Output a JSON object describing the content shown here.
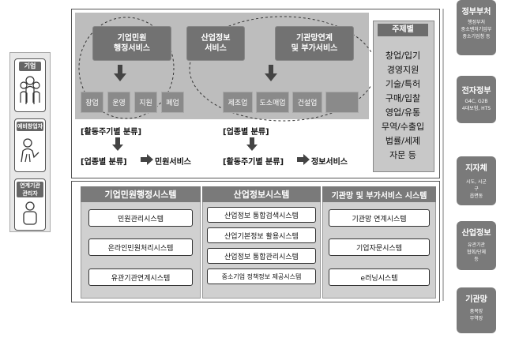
{
  "users": [
    {
      "label": "기업",
      "icon": "company-people-icon"
    },
    {
      "label": "예비창업자",
      "icon": "person-idea-icon"
    },
    {
      "label": "연계기관 관리자",
      "icon": "admin-person-icon"
    }
  ],
  "services": {
    "biz_civil": "기업민원\n행정서비스",
    "industry_info": "산업정보\n서비스",
    "inter_agency": "기관망연계\n및 부가서비스"
  },
  "stages": [
    "창업",
    "운영",
    "지원",
    "폐업"
  ],
  "industries": [
    "제조업",
    "도소매업",
    "건설업",
    ""
  ],
  "flow_left": {
    "activity": "[활동주기별 분류]",
    "industry": "[업종별 분류]",
    "result": "민원서비스"
  },
  "flow_right": {
    "industry": "[업종별 분류]",
    "activity": "[활동주기별 분류]",
    "result": "정보서비스"
  },
  "topics": {
    "title": "주제별",
    "items": [
      "창업/입기",
      "경영지원",
      "기술/특허",
      "구매/입찰",
      "영업/유통",
      "무역/수출입",
      "법률/세제",
      "자문 등"
    ]
  },
  "systems": [
    {
      "title": "기업민원행정시스템",
      "items": [
        "민원관리시스템",
        "온라인민원처리시스템",
        "유관기관연계시스템"
      ]
    },
    {
      "title": "산업정보시스템",
      "items": [
        "산업정보 통합검색시스템",
        "산업기본정보 활용시스템",
        "산업정보 통합관리시스템",
        "중소기업 정책정보 제공시스템"
      ]
    },
    {
      "title": "기관망 및 부가서비스 시스템",
      "items": [
        "기관망 연계시스템",
        "기업자문시스템",
        "e러닝시스템"
      ]
    }
  ],
  "partners": [
    {
      "title": "정부부처",
      "sub": "행정부처\n중소벤처기업부\n중소기업청 등"
    },
    {
      "title": "전자정부",
      "sub": "G4C, G2B\n4대보험, HTS"
    },
    {
      "title": "지자체",
      "sub": "시도, 시군\n구\n읍면동"
    },
    {
      "title": "산업정보",
      "sub": "유관기관\n협회/단체\n등"
    },
    {
      "title": "기관망",
      "sub": "품목망\n무역망"
    }
  ]
}
